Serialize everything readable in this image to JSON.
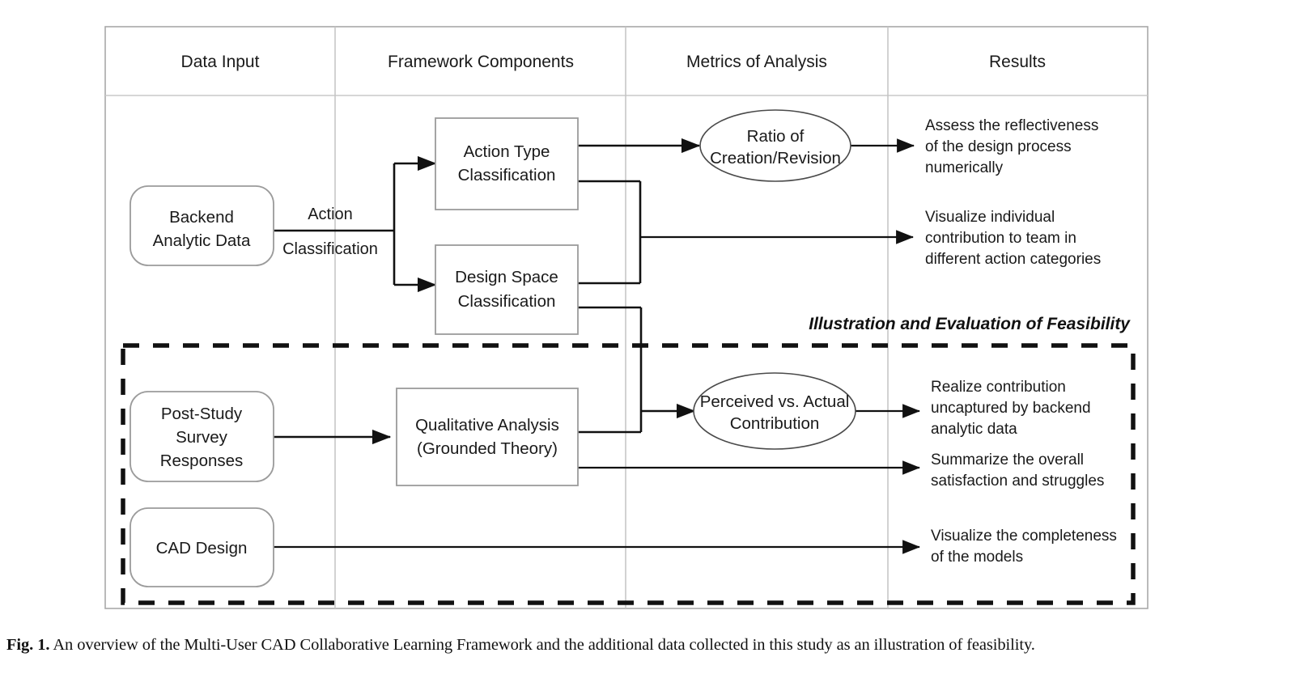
{
  "figure": {
    "caption_prefix": "Fig. 1.",
    "caption_text": "An overview of the Multi-User CAD Collaborative Learning Framework and the additional data collected in this study as an illustration of feasibility."
  },
  "columns": [
    {
      "label": "Data Input"
    },
    {
      "label": "Framework Components"
    },
    {
      "label": "Metrics of Analysis"
    },
    {
      "label": "Results"
    }
  ],
  "nodes": {
    "backend_data": {
      "line1": "Backend",
      "line2": "Analytic Data"
    },
    "post_study": {
      "line1": "Post-Study",
      "line2": "Survey",
      "line3": "Responses"
    },
    "cad_design": {
      "line1": "CAD Design"
    },
    "action_type": {
      "line1": "Action Type",
      "line2": "Classification"
    },
    "design_space": {
      "line1": "Design Space",
      "line2": "Classification"
    },
    "qualitative": {
      "line1": "Qualitative Analysis",
      "line2": "(Grounded Theory)"
    },
    "ratio_metric": {
      "line1": "Ratio of",
      "line2": "Creation/Revision"
    },
    "perceived_metric": {
      "line1": "Perceived vs. Actual",
      "line2": "Contribution"
    }
  },
  "edge_labels": {
    "action_classification_top": "Action",
    "action_classification_bottom": "Classification"
  },
  "banner": {
    "label": "Illustration and Evaluation of Feasibility"
  },
  "results": {
    "assess_reflectiveness": {
      "line1": "Assess the reflectiveness",
      "line2": "of the design process",
      "line3": "numerically"
    },
    "visualize_individual": {
      "line1": "Visualize individual",
      "line2": "contribution to team in",
      "line3": "different action categories"
    },
    "realize_contribution": {
      "line1": "Realize contribution",
      "line2": "uncaptured by backend",
      "line3": "analytic data"
    },
    "summarize_overall": {
      "line1": "Summarize the overall",
      "line2": "satisfaction and struggles"
    },
    "visualize_completeness": {
      "line1": "Visualize the completeness",
      "line2": "of the models"
    }
  },
  "colors": {
    "line": "#111111",
    "box_stroke": "#9b9b9b",
    "table_stroke": "#c4c4c4",
    "background": "#ffffff"
  }
}
